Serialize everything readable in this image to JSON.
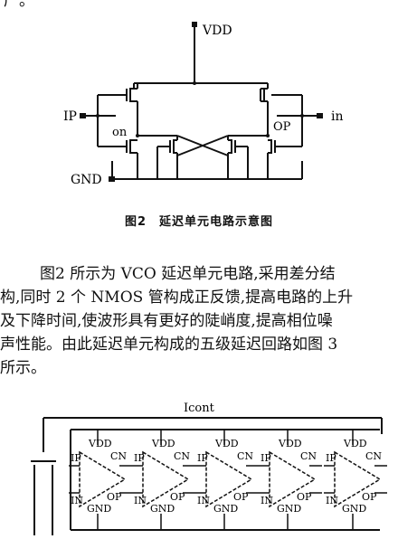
{
  "top_fragment": "产。",
  "figure2": {
    "labels": {
      "vdd": "VDD",
      "ip": "IP",
      "in": "in",
      "on": "on",
      "op": "OP",
      "gnd": "GND"
    },
    "caption": "图2　延迟单元电路示意图"
  },
  "paragraph": {
    "lines": [
      "图2 所示为 VCO 延迟单元电路,采用差分结",
      "构,同时 2 个 NMOS 管构成正反馈,提高电路的上升",
      "及下降时间,使波形具有更好的陡峭度,提高相位噪",
      "声性能。由此延迟单元构成的五级延迟回路如图 3",
      "所示。"
    ]
  },
  "figure3": {
    "icont": "Icont",
    "stage_labels": {
      "vdd": "VDD",
      "cn": "CN",
      "ip": "IP",
      "in": "IN",
      "op": "OP",
      "gnd": "GND"
    }
  }
}
